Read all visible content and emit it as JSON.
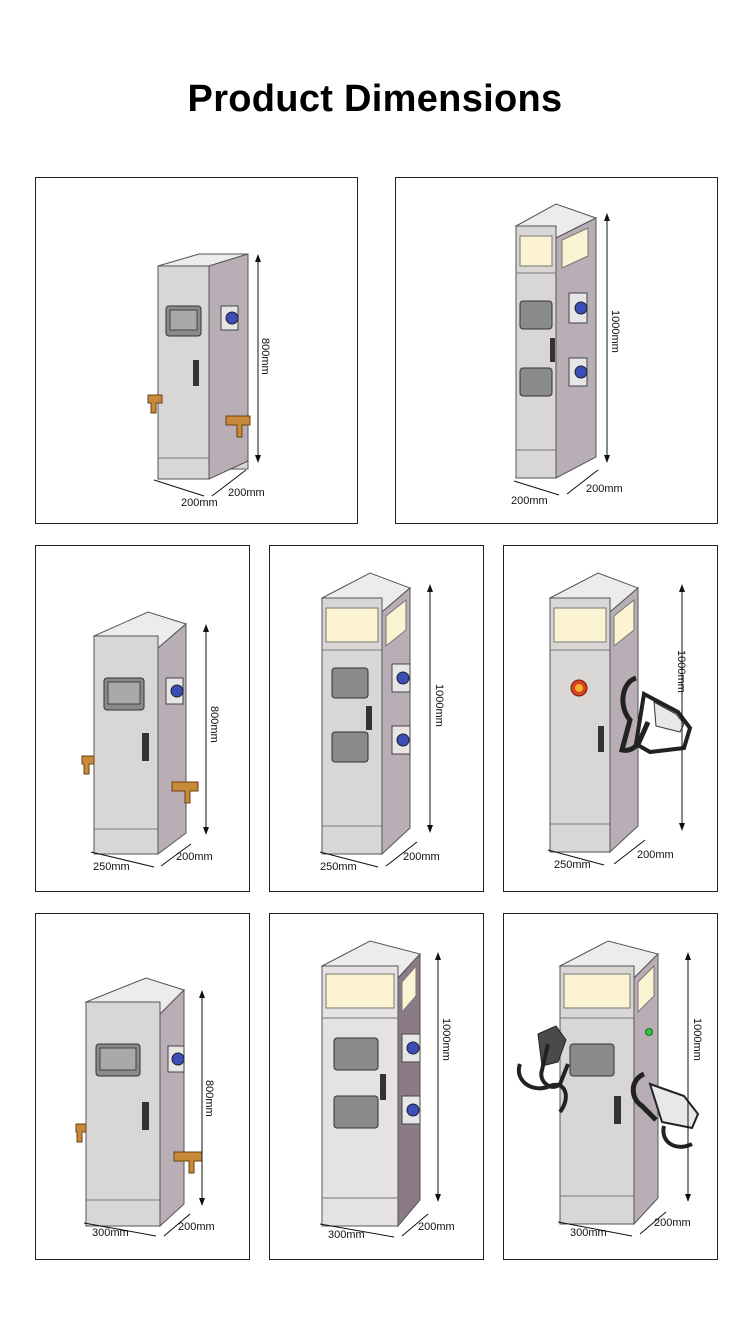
{
  "page": {
    "title": "Product Dimensions"
  },
  "colors": {
    "body_front": "#d9d6d6",
    "body_side": "#b9aeb5",
    "body_top": "#ececec",
    "lamp": "#fbf3d2",
    "tap": "#c9893a",
    "socket": "#3b4db8",
    "estop": "#d8431e",
    "led": "#3cc24a"
  },
  "products": [
    {
      "width_label": "200mm",
      "depth_label": "200mm",
      "height_label": "800mm"
    },
    {
      "width_label": "200mm",
      "depth_label": "200mm",
      "height_label": "1000mm"
    },
    {
      "width_label": "250mm",
      "depth_label": "200mm",
      "height_label": "800mm"
    },
    {
      "width_label": "250mm",
      "depth_label": "200mm",
      "height_label": "1000mm"
    },
    {
      "width_label": "250mm",
      "depth_label": "200mm",
      "height_label": "1000mm"
    },
    {
      "width_label": "300mm",
      "depth_label": "200mm",
      "height_label": "800mm"
    },
    {
      "width_label": "300mm",
      "depth_label": "200mm",
      "height_label": "1000mm"
    },
    {
      "width_label": "300mm",
      "depth_label": "200mm",
      "height_label": "1000mm"
    }
  ]
}
